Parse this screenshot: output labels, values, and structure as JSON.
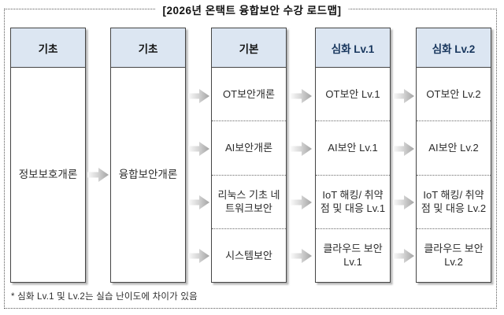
{
  "title": "[2026년 온택트 융합보안 수강 로드맵]",
  "footnote": "* 심화 Lv.1 및 Lv.2는 실습 난이도에 차이가 있음",
  "colors": {
    "header_bg": "#dce6f2",
    "box_border": "#454545",
    "basic_header_text": "#141414",
    "advanced_header_text": "#17365d",
    "arrow_gradient_start": "#f7f7f7",
    "arrow_gradient_end": "#a8a8a8"
  },
  "columns": [
    {
      "header": "기초",
      "cells": [
        "정보보호개론"
      ]
    },
    {
      "header": "기초",
      "cells": [
        "융합보안개론"
      ]
    },
    {
      "header": "기본",
      "cells": [
        "OT보안개론",
        "AI보안개론",
        "리눅스 기초 네트워크보안",
        "시스템보안"
      ]
    },
    {
      "header": "심화 Lv.1",
      "cells": [
        "OT보안 Lv.1",
        "AI보안 Lv.1",
        "IoT 해킹/ 취약점 및 대응 Lv.1",
        "클라우드 보안 Lv.1"
      ]
    },
    {
      "header": "심화 Lv.2",
      "cells": [
        "OT보안 Lv.2",
        "AI보안 Lv.2",
        "IoT 해킹/ 취약점 및 대응 Lv.2",
        "클라우드 보안 Lv.2"
      ]
    }
  ]
}
